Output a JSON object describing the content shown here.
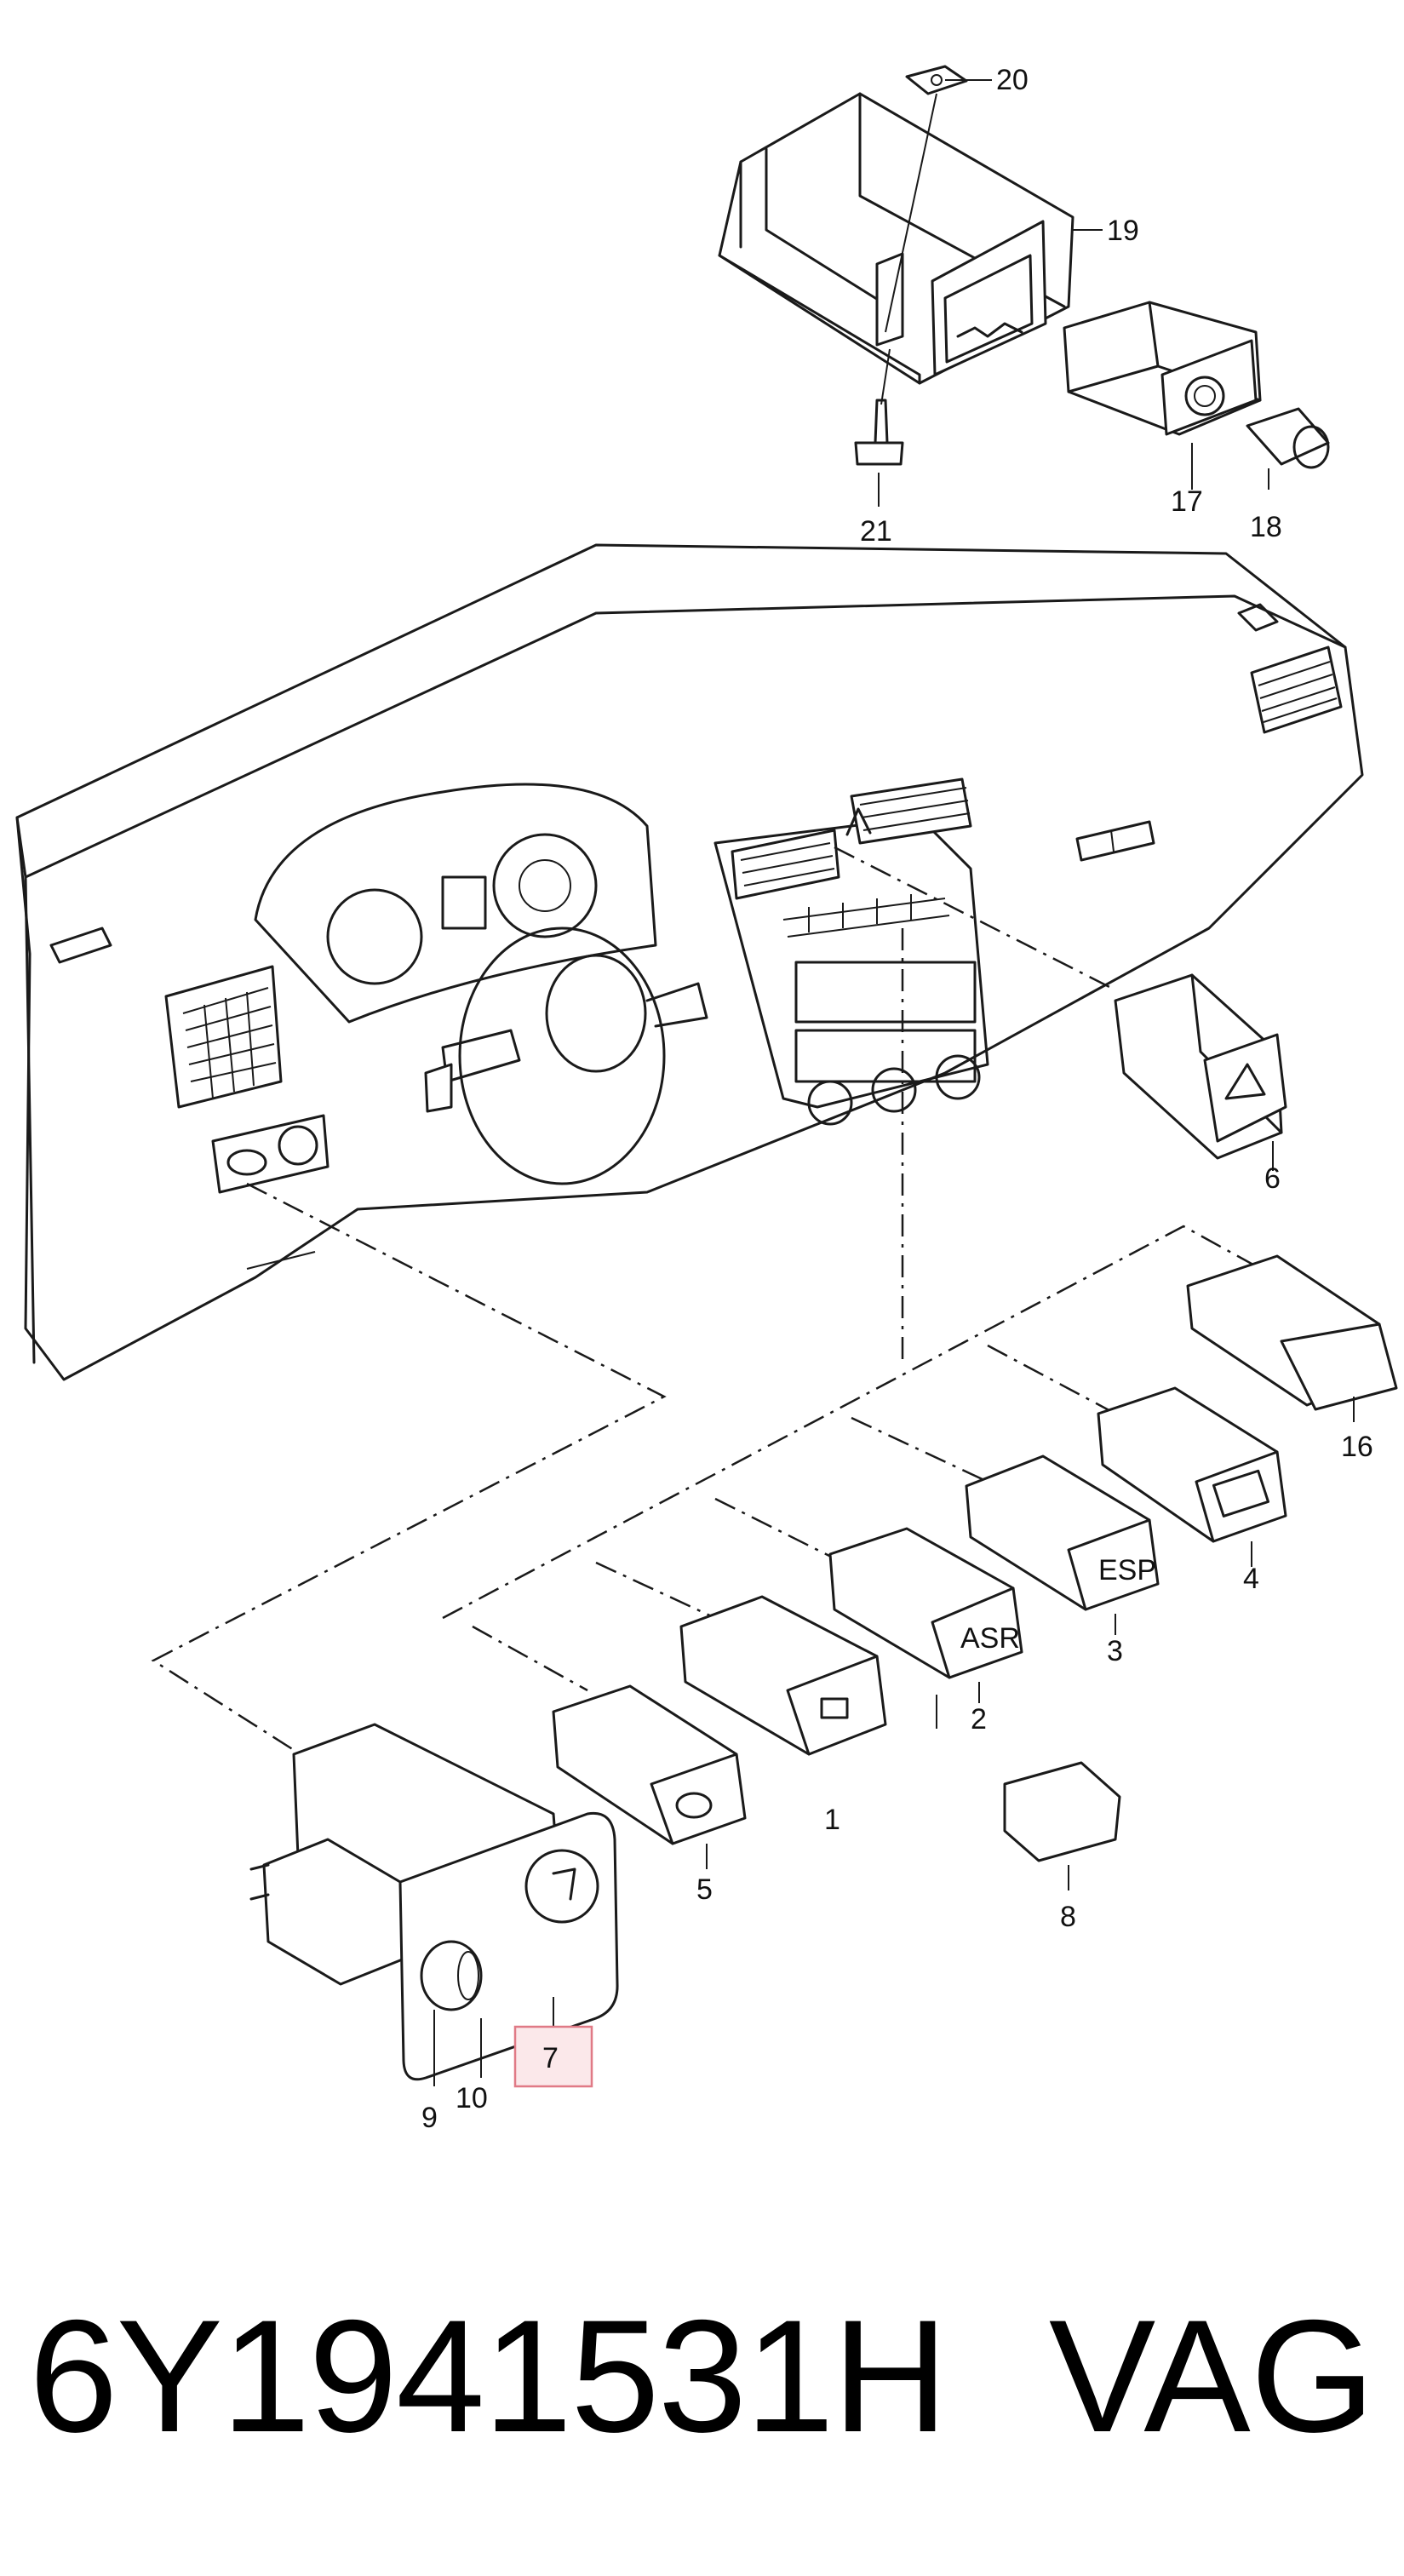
{
  "diagram": {
    "callouts": {
      "c1": "1",
      "c2": "2",
      "c3": "3",
      "c4": "4",
      "c5": "5",
      "c6": "6",
      "c7": "7",
      "c8": "8",
      "c9": "9",
      "c10": "10",
      "c16": "16",
      "c17": "17",
      "c18": "18",
      "c19": "19",
      "c20": "20",
      "c21": "21"
    },
    "highlighted_callout": "7",
    "switch_labels": {
      "asr": "ASR",
      "esp": "ESP"
    }
  },
  "footer": {
    "part_number": "6Y1941531H",
    "brand": "VAG"
  }
}
